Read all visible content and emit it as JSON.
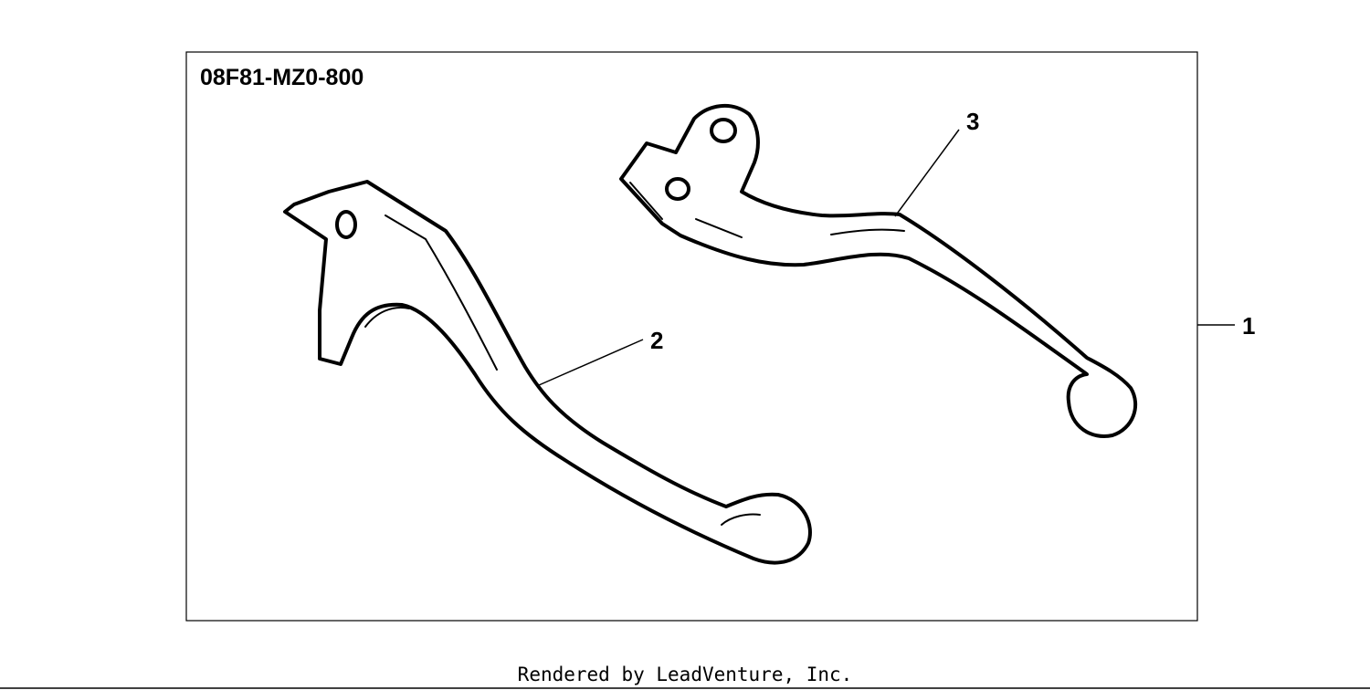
{
  "diagram": {
    "part_number": "08F81-MZ0-800",
    "callouts": {
      "assembly": "1",
      "lever_left": "2",
      "lever_right": "3"
    },
    "footer": "Rendered by LeadVenture, Inc."
  },
  "colors": {
    "stroke": "#000000",
    "background": "#ffffff"
  }
}
